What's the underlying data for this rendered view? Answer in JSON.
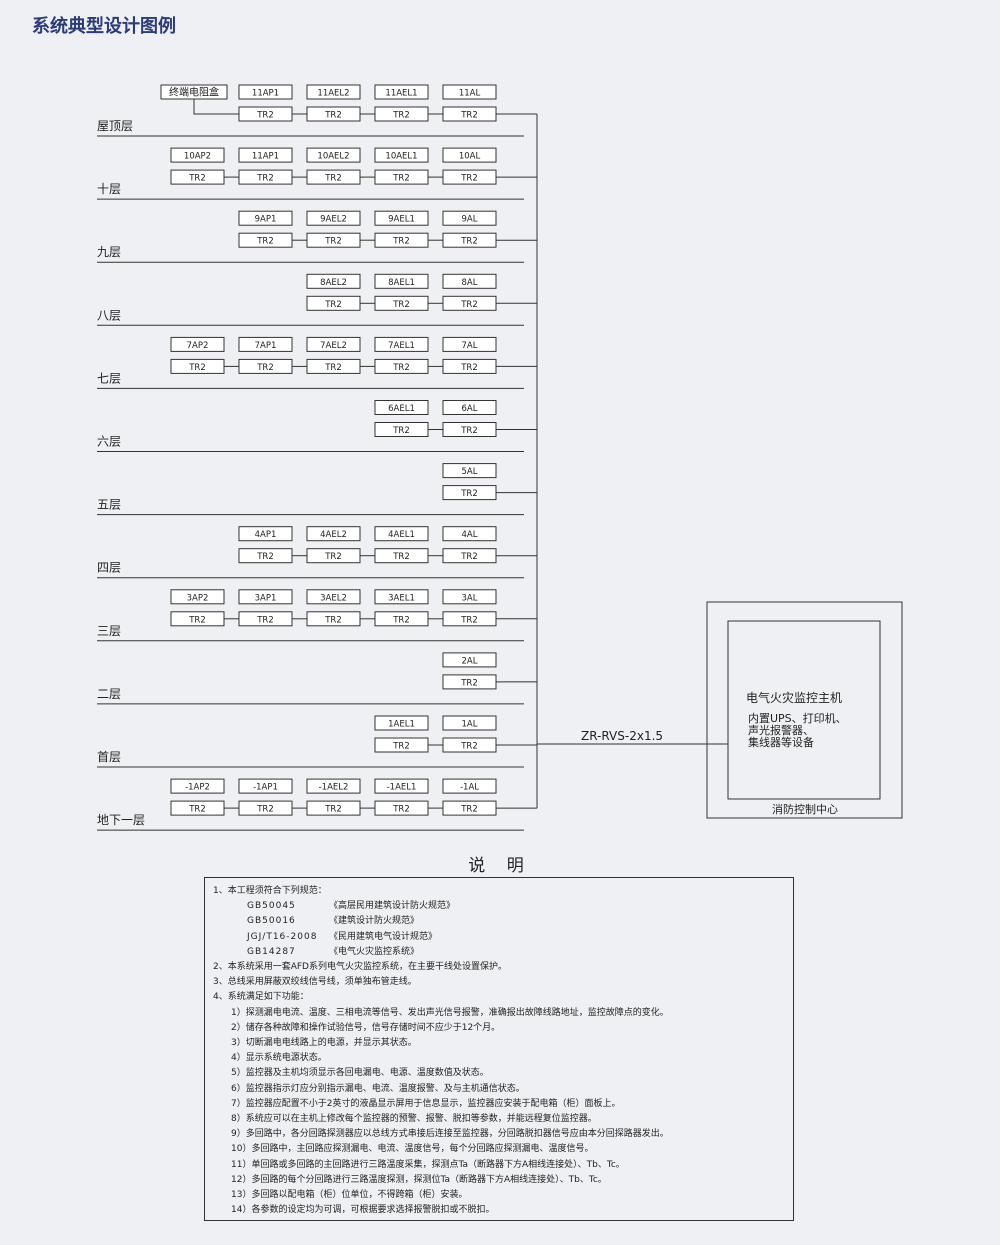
{
  "title": "系统典型设计图例",
  "terminal_box_label": "终端电阻盒",
  "cable_label": "ZR-RVS-2x1.5",
  "host": {
    "title": "电气火灾监控主机",
    "lines": [
      "内置UPS、打印机、",
      "声光报警器、",
      "集线器等设备"
    ],
    "caption": "消防控制中心"
  },
  "floors": [
    {
      "name": "屋顶层",
      "devices": [
        null,
        "11AP1",
        "11AEL2",
        "11AEL1",
        "11AL"
      ]
    },
    {
      "name": "十层",
      "devices": [
        "10AP2",
        "11AP1",
        "10AEL2",
        "10AEL1",
        "10AL"
      ]
    },
    {
      "name": "九层",
      "devices": [
        null,
        "9AP1",
        "9AEL2",
        "9AEL1",
        "9AL"
      ]
    },
    {
      "name": "八层",
      "devices": [
        null,
        null,
        "8AEL2",
        "8AEL1",
        "8AL"
      ]
    },
    {
      "name": "七层",
      "devices": [
        "7AP2",
        "7AP1",
        "7AEL2",
        "7AEL1",
        "7AL"
      ]
    },
    {
      "name": "六层",
      "devices": [
        null,
        null,
        null,
        "6AEL1",
        "6AL"
      ]
    },
    {
      "name": "五层",
      "devices": [
        null,
        null,
        null,
        null,
        "5AL"
      ]
    },
    {
      "name": "四层",
      "devices": [
        null,
        "4AP1",
        "4AEL2",
        "4AEL1",
        "4AL"
      ]
    },
    {
      "name": "三层",
      "devices": [
        "3AP2",
        "3AP1",
        "3AEL2",
        "3AEL1",
        "3AL"
      ]
    },
    {
      "name": "二层",
      "devices": [
        null,
        null,
        null,
        null,
        "2AL"
      ]
    },
    {
      "name": "首层",
      "devices": [
        null,
        null,
        null,
        "1AEL1",
        "1AL"
      ]
    },
    {
      "name": "地下一层",
      "devices": [
        "-1AP2",
        "-1AP1",
        "-1AEL2",
        "-1AEL1",
        "-1AL"
      ]
    }
  ],
  "tr_label": "TR2",
  "notes_title": "说  明",
  "notes": [
    {
      "level": 0,
      "text": "1、本工程须符合下列规范："
    },
    {
      "level": 1,
      "code": "GB50045",
      "text": "《高层民用建筑设计防火规范》"
    },
    {
      "level": 1,
      "code": "GB50016",
      "text": "《建筑设计防火规范》"
    },
    {
      "level": 1,
      "code": "JGJ/T16-2008",
      "text": "《民用建筑电气设计规范》"
    },
    {
      "level": 1,
      "code": "GB14287",
      "text": "《电气火灾监控系统》"
    },
    {
      "level": 0,
      "text": "2、本系统采用一套AFD系列电气火灾监控系统，在主要干线处设置保护。"
    },
    {
      "level": 0,
      "text": "3、总线采用屏蔽双绞线信号线，须单独布管走线。"
    },
    {
      "level": 0,
      "text": "4、系统满足如下功能："
    },
    {
      "level": 2,
      "text": "1）探测漏电电流、温度、三相电流等信号、发出声光信号报警，准确报出故障线路地址，监控故障点的变化。"
    },
    {
      "level": 2,
      "text": "2）储存各种故障和操作试验信号，信号存储时间不应少于12个月。"
    },
    {
      "level": 2,
      "text": "3）切断漏电电线路上的电源，并显示其状态。"
    },
    {
      "level": 2,
      "text": "4）显示系统电源状态。"
    },
    {
      "level": 2,
      "text": "5）监控器及主机均须显示各回电漏电、电源、温度数值及状态。"
    },
    {
      "level": 2,
      "text": "6）监控器指示灯应分别指示漏电、电流、温度报警、及与主机通信状态。"
    },
    {
      "level": 2,
      "text": "7）监控器应配置不小于2英寸的液晶显示屏用于信息显示，监控器应安装于配电箱（柜）面板上。"
    },
    {
      "level": 2,
      "text": "8）系统应可以在主机上修改每个监控器的预警、报警、脱扣等参数，并能远程复位监控器。"
    },
    {
      "level": 2,
      "text": "9）多回路中，各分回路探测器应以总线方式串接后连接至监控器，分回路脱扣器信号应由本分回探路器发出。"
    },
    {
      "level": 2,
      "text": "10）多回路中，主回路应探测漏电、电流、温度信号，每个分回路应探测漏电、温度信号。"
    },
    {
      "level": 2,
      "text": "11）单回路或多回路的主回路进行三路温度采集，探测点Ta（断路器下方A相线连接处）、Tb、Tc。"
    },
    {
      "level": 2,
      "text": "12）多回路的每个分回路进行三路温度探测，探测位Ta（断路器下方A相线连接处）、Tb、Tc。"
    },
    {
      "level": 2,
      "text": "13）多回路以配电箱（柜）位单位，不得跨箱（柜）安装。"
    },
    {
      "level": 2,
      "text": "14）各参数的设定均为可调，可根据要求选择报警脱扣或不脱扣。"
    }
  ]
}
